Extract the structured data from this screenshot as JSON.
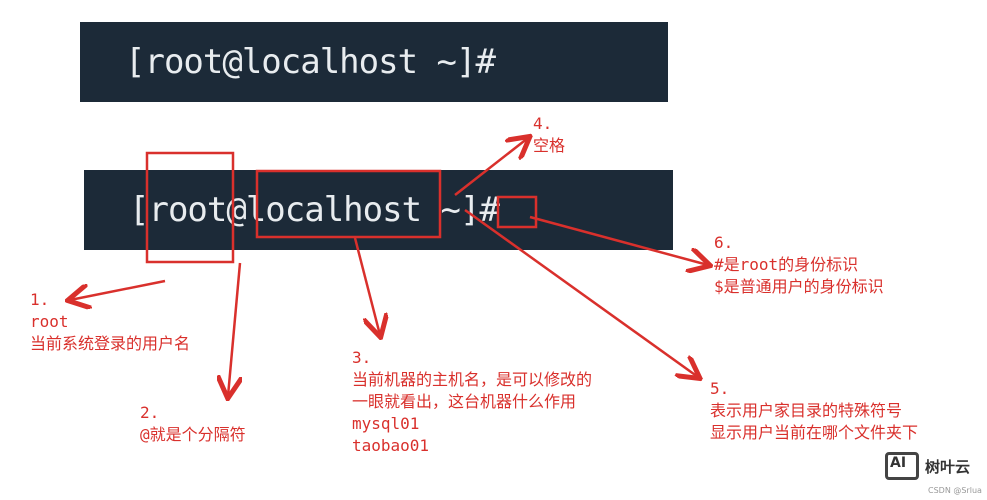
{
  "terminal": {
    "prompt_top": "[root@localhost ~]#",
    "prompt_bottom": "[root@localhost ~]#"
  },
  "notes": [
    {
      "num": "1.",
      "lines": [
        "root",
        "当前系统登录的用户名"
      ]
    },
    {
      "num": "2.",
      "lines": [
        "@就是个分隔符"
      ]
    },
    {
      "num": "3.",
      "lines": [
        "当前机器的主机名，是可以修改的",
        "一眼就看出，这台机器什么作用",
        "mysql01",
        "taobao01"
      ]
    },
    {
      "num": "4.",
      "lines": [
        "空格"
      ]
    },
    {
      "num": "5.",
      "lines": [
        "表示用户家目录的特殊符号",
        "显示用户当前在哪个文件夹下"
      ]
    },
    {
      "num": "6.",
      "lines": [
        "#是root的身份标识",
        "$是普通用户的身份标识"
      ]
    }
  ],
  "annotation_color": "#d9302c",
  "watermark": {
    "logo": "AI",
    "name": "树叶云",
    "source": "CSDN @Srlua"
  }
}
